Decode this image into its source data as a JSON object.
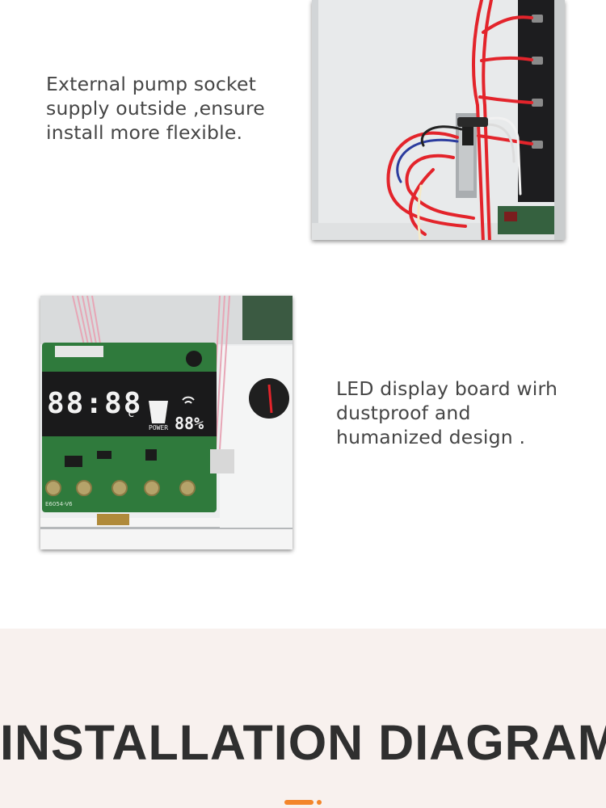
{
  "feature_pump": {
    "caption_lines": [
      "External pump socket",
      "supply outside ,ensure",
      "install more flexible."
    ]
  },
  "feature_display": {
    "caption_lines": [
      "LED display board wirh",
      "dustproof and",
      "humanized design ."
    ],
    "display": {
      "digits": "88:88",
      "unit": "c",
      "power_label": "POWER",
      "percent": "88%",
      "board_label": "E6054-V6"
    }
  },
  "section_heading": "INSTALLATION DIAGRAM",
  "colors": {
    "accent": "#f3852a",
    "band_background": "#f8f1ee",
    "text": "#454545",
    "heading": "#2f2f2f"
  }
}
